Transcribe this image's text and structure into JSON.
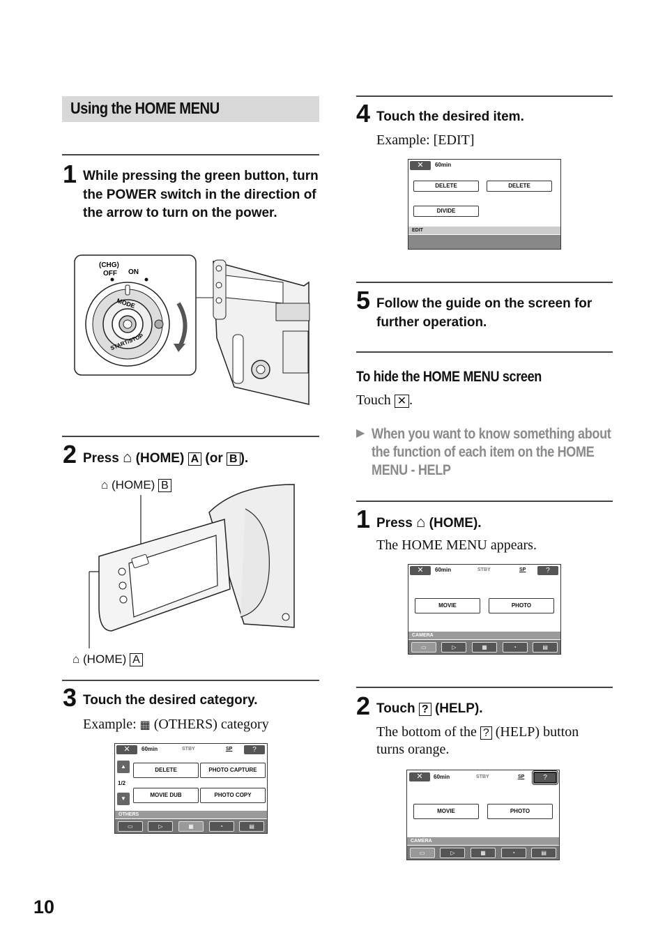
{
  "section_title": "Using the HOME MENU",
  "step1": {
    "num": "1",
    "title": "While pressing the green button, turn the POWER switch in the direction of the arrow to turn on the power."
  },
  "dial": {
    "chg": "(CHG)",
    "off": "OFF",
    "on": "ON",
    "mode": "MODE",
    "startstop": "START/STOP"
  },
  "step2": {
    "num": "2",
    "press": "Press",
    "home_text": "(HOME)",
    "letter_a": "A",
    "or_text": "(or",
    "letter_b": "B",
    "close": ")."
  },
  "callouts": {
    "home_b_label": "(HOME)",
    "home_b_letter": "B",
    "home_a_label": "(HOME)",
    "home_a_letter": "A"
  },
  "step3": {
    "num": "3",
    "title": "Touch the desired category.",
    "example": "Example:",
    "example_rest": "(OTHERS) category"
  },
  "others_screen": {
    "battery": "60min",
    "stby": "STBY",
    "sp": "SP",
    "help": "?",
    "close": "✕",
    "page": "1/2",
    "buttons": [
      "DELETE",
      "PHOTO CAPTURE",
      "MOVIE DUB",
      "PHOTO COPY"
    ],
    "category": "OTHERS"
  },
  "step4": {
    "num": "4",
    "title": "Touch the desired item.",
    "example": "Example: [EDIT]"
  },
  "edit_screen": {
    "battery": "60min",
    "close": "✕",
    "buttons": [
      "DELETE",
      "DELETE",
      "DIVIDE"
    ],
    "category": "EDIT"
  },
  "step5": {
    "num": "5",
    "title": "Follow the guide on the screen for further operation."
  },
  "hide": {
    "title": "To hide the HOME MENU screen",
    "touch": "Touch",
    "close": "✕"
  },
  "help_heading": "When you want to know something about the function of each item on the HOME MENU - HELP",
  "help1": {
    "num": "1",
    "press": "Press",
    "home_text": "(HOME).",
    "desc": "The HOME MENU appears."
  },
  "home_screen": {
    "battery": "60min",
    "stby": "STBY",
    "sp": "SP",
    "help": "?",
    "close": "✕",
    "buttons": [
      "MOVIE",
      "PHOTO"
    ],
    "category": "CAMERA"
  },
  "help2": {
    "num": "2",
    "touch": "Touch",
    "help_box": "?",
    "help_text": "(HELP).",
    "desc1": "The bottom of the",
    "desc2": "(HELP) button turns orange."
  },
  "page_number": "10"
}
